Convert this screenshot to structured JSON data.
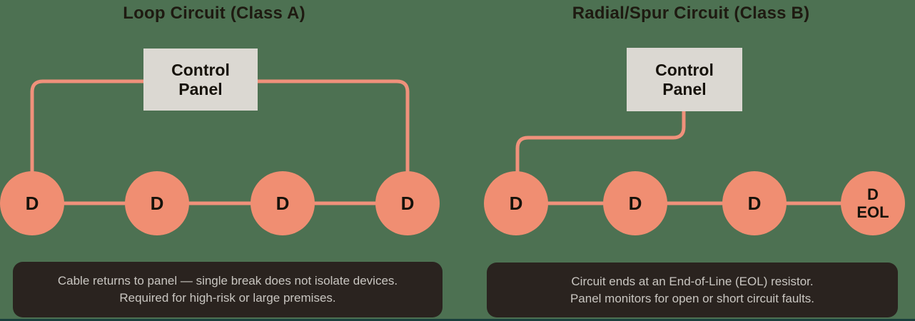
{
  "theme": {
    "background": "#4d7152",
    "cable": "#f0917b",
    "node_fill": "#f08e72",
    "panel_fill": "#dbd8d2",
    "panel_text": "#16120b",
    "title_text": "#1e1a11",
    "caption_bg": "#2a231f",
    "caption_text": "#c9c6c1",
    "footer_strip": "#1a403d"
  },
  "diagrams": [
    {
      "title": "Loop Circuit (Class A)",
      "panel_label": "Control\nPanel",
      "devices": [
        {
          "label": "D"
        },
        {
          "label": "D"
        },
        {
          "label": "D"
        },
        {
          "label": "D"
        }
      ],
      "caption_line1": "Cable returns to panel — single break does not isolate devices.",
      "caption_line2": "Required for high-risk or large premises."
    },
    {
      "title": "Radial/Spur Circuit (Class B)",
      "panel_label": "Control\nPanel",
      "devices": [
        {
          "label": "D"
        },
        {
          "label": "D"
        },
        {
          "label": "D"
        },
        {
          "label": "D",
          "sublabel": "EOL"
        }
      ],
      "caption_line1": "Circuit ends at an End-of-Line (EOL) resistor.",
      "caption_line2": "Panel monitors for open or short circuit faults."
    }
  ]
}
